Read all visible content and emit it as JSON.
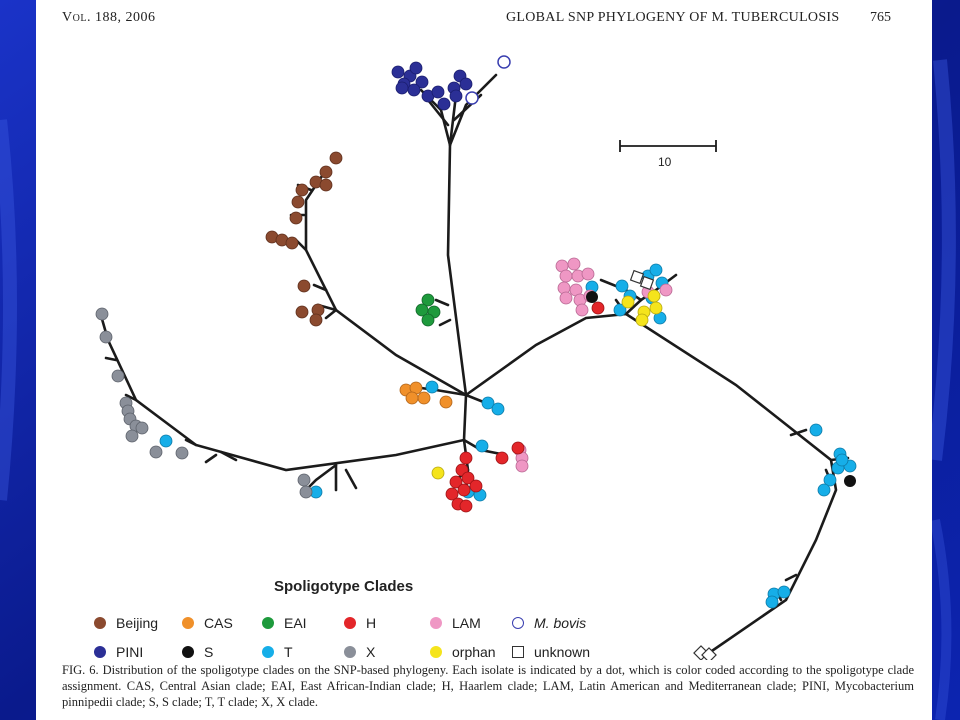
{
  "header": {
    "volume": "Vol. 188, 2006",
    "title": "GLOBAL SNP PHYLOGENY OF M. TUBERCULOSIS",
    "page_number": "765"
  },
  "figure": {
    "scale_bar_label": "10",
    "legend_title": "Spoligotype Clades",
    "legend": [
      {
        "label": "Beijing",
        "color": "#8b4a2f",
        "shape": "dot"
      },
      {
        "label": "CAS",
        "color": "#f0902a",
        "shape": "dot"
      },
      {
        "label": "EAI",
        "color": "#1e9a3c",
        "shape": "dot"
      },
      {
        "label": "H",
        "color": "#e3262a",
        "shape": "dot"
      },
      {
        "label": "LAM",
        "color": "#ef97c4",
        "shape": "dot"
      },
      {
        "label": "M. bovis",
        "color": "#3a3fb0",
        "shape": "ring"
      },
      {
        "label": "PINI",
        "color": "#2b2f96",
        "shape": "dot"
      },
      {
        "label": "S",
        "color": "#111111",
        "shape": "dot"
      },
      {
        "label": "T",
        "color": "#16aee8",
        "shape": "dot"
      },
      {
        "label": "X",
        "color": "#8a8f99",
        "shape": "dot"
      },
      {
        "label": "orphan",
        "color": "#f5e41c",
        "shape": "dot"
      },
      {
        "label": "unknown",
        "color": "#ffffff",
        "shape": "square"
      }
    ],
    "caption": "FIG. 6. Distribution of the spoligotype clades on the SNP-based phylogeny. Each isolate is indicated by a dot, which is color coded according to the spoligotype clade assignment. CAS, Central Asian clade; EAI, East African-Indian clade; H, Haarlem clade; LAM, Latin American and Mediterranean clade; PINI, Mycobacterium pinnipedii clade; S, S clade; T, T clade; X, X clade."
  }
}
